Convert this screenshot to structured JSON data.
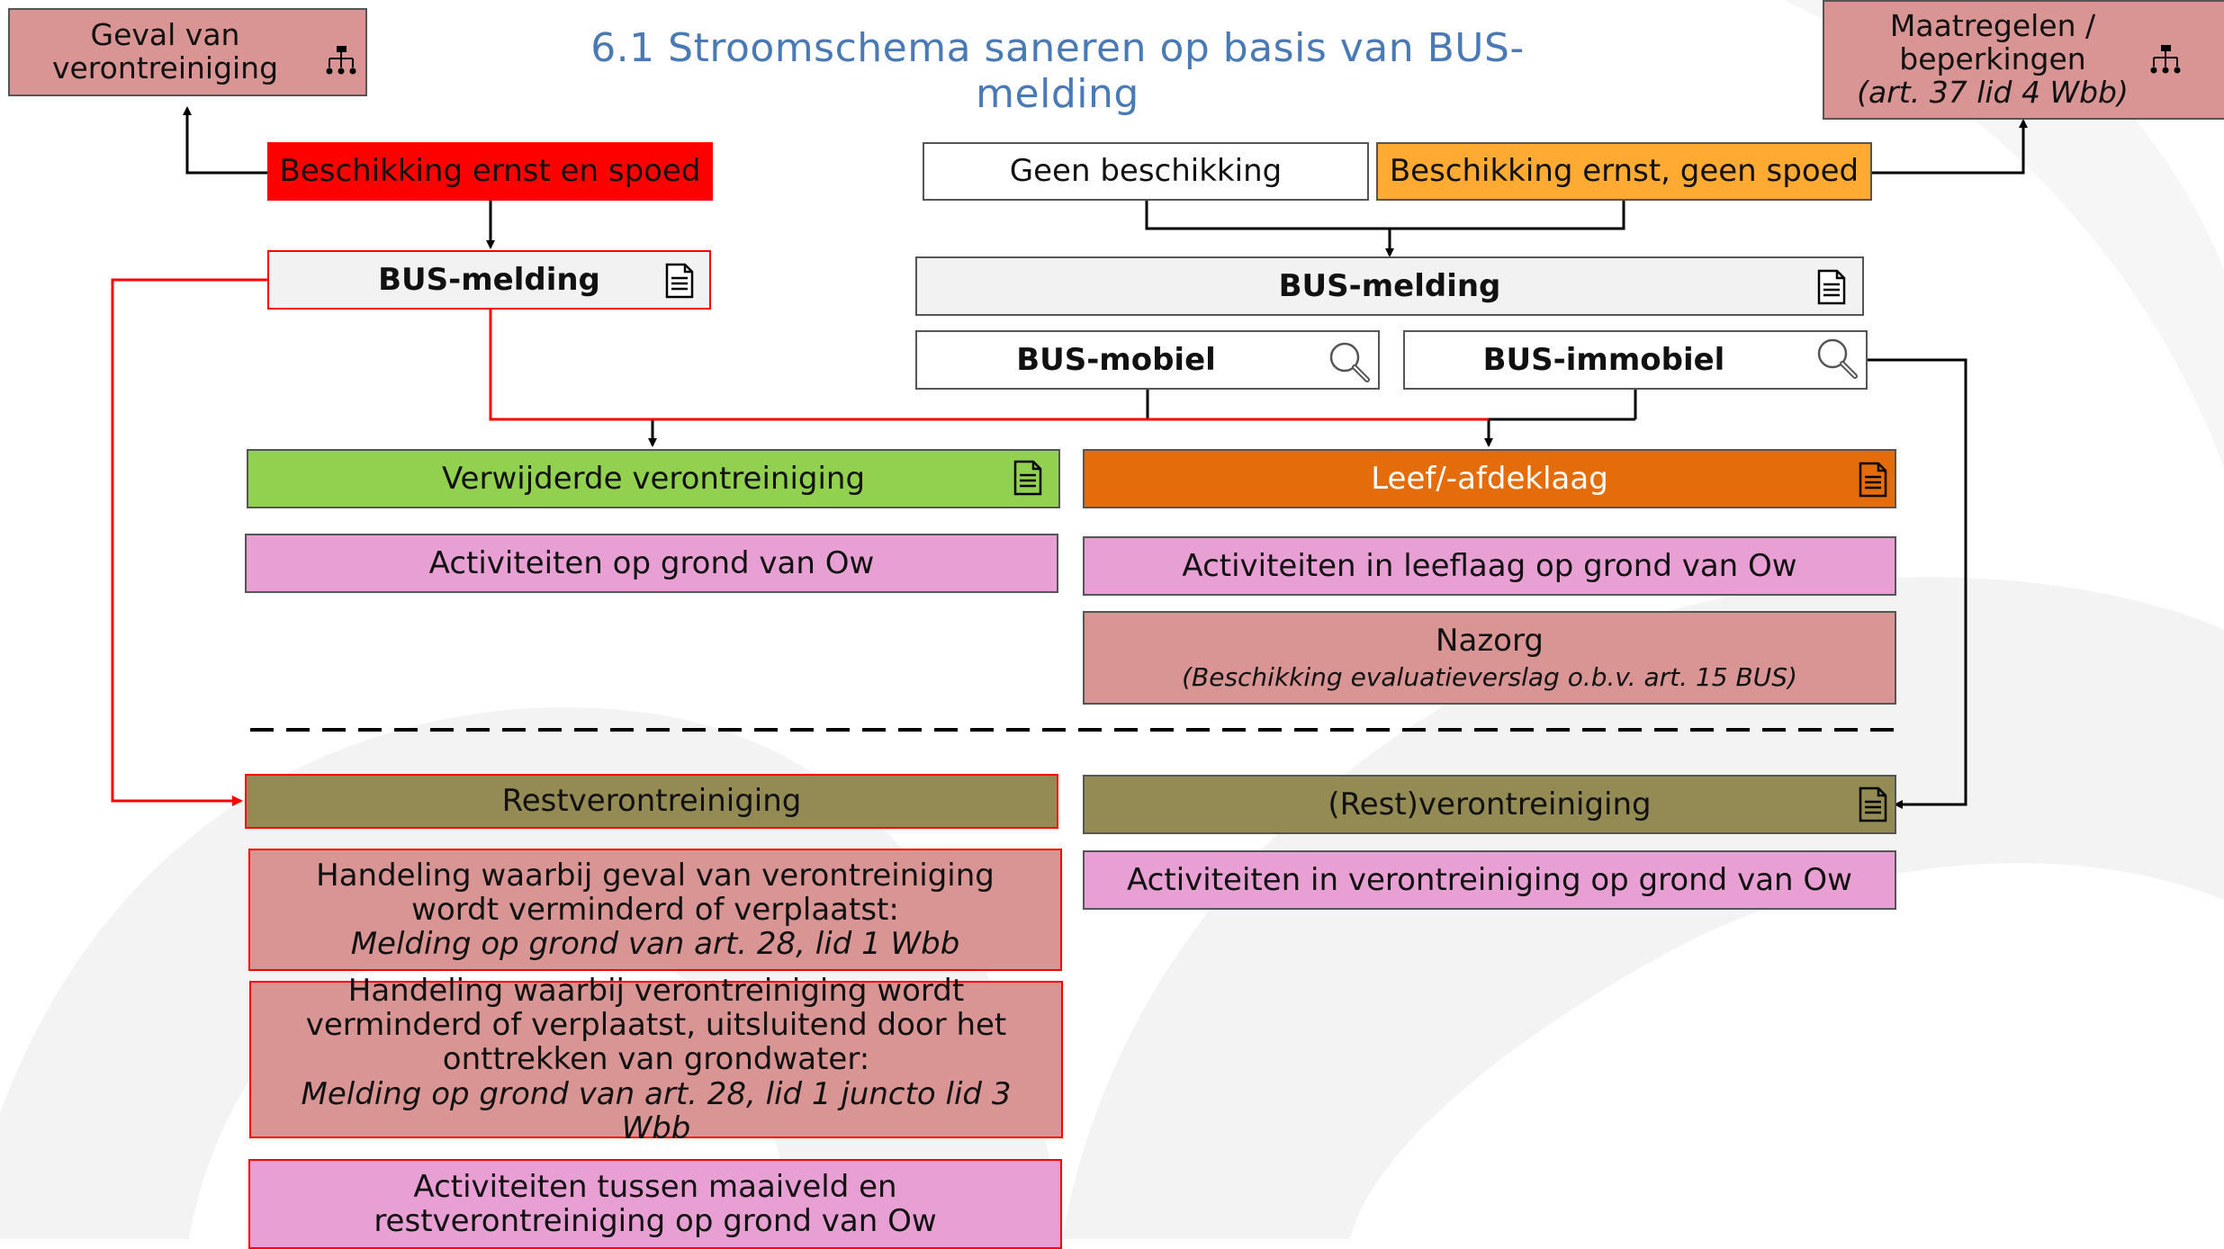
{
  "title": "6.1 Stroomschema saneren op basis van BUS-melding",
  "colors": {
    "red": "#ff0000",
    "orange": "#ffaa33",
    "green": "#92d050",
    "dark_orange": "#e46c0a",
    "pink": "#e8a0d4",
    "salmon": "#d99594",
    "olive": "#948a54",
    "grey_box": "#f2f2f2",
    "title_blue": "#4a7ab5"
  },
  "nodes": {
    "geval": "Geval van verontreiniging",
    "maatregelen_1": "Maatregelen /",
    "maatregelen_2": "beperkingen",
    "maatregelen_3": "(art. 37 lid 4 Wbb)",
    "beschikking_spoed": "Beschikking ernst en spoed",
    "geen_beschikking": "Geen beschikking",
    "beschikking_geen_spoed": "Beschikking ernst, geen spoed",
    "bus_melding_left": "BUS-melding",
    "bus_melding_right": "BUS-melding",
    "bus_mobiel": "BUS-mobiel",
    "bus_immobiel": "BUS-immobiel",
    "verwijderde": "Verwijderde verontreiniging",
    "leeflaag": "Leef/-afdeklaag",
    "act_ow_left": "Activiteiten op grond van Ow",
    "act_leeflaag": "Activiteiten in leeflaag op grond van Ow",
    "nazorg": "Nazorg",
    "nazorg_sub": "(Beschikking evaluatieverslag o.b.v. art. 15 BUS)",
    "restverontreiniging": "Restverontreiniging",
    "rest_right": "(Rest)verontreiniging",
    "act_veront": "Activiteiten in verontreiniging op grond van Ow",
    "handeling1_text": "Handeling waarbij geval van verontreiniging wordt verminderd of verplaatst:",
    "handeling1_ref": "Melding op grond van art. 28, lid 1 Wbb",
    "handeling2_text": "Handeling waarbij verontreiniging wordt verminderd of verplaatst, uitsluitend door het onttrekken van grondwater:",
    "handeling2_ref": "Melding op grond van art. 28, lid 1 juncto lid 3 Wbb",
    "act_maaiveld": "Activiteiten tussen maaiveld en restverontreiniging op grond van Ow"
  },
  "icons": {
    "org": "org-chart-icon",
    "doc": "document-icon",
    "search": "magnifier-icon"
  }
}
